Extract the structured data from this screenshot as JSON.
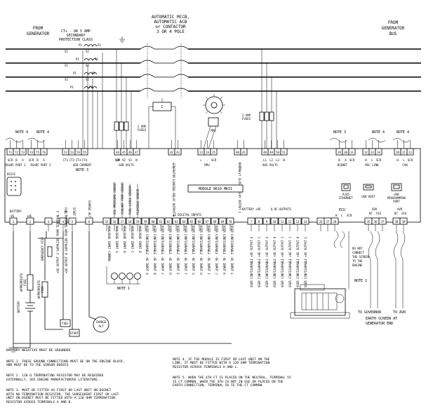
{
  "header": {
    "from_generator": [
      "FROM",
      "GENERATOR"
    ],
    "from_bus": [
      "FROM",
      "GENERATOR",
      "BUS"
    ],
    "breaker": [
      "AUTOMATIC MCCB,",
      "AUTOMATIC ACB",
      "or CONTACTOR",
      "3 OR 4 POLE"
    ],
    "cts": [
      "CTs - OR 5 AMP",
      "SECONDARY",
      "PROTECTION CLASS"
    ]
  },
  "module_label": "MODULE 8610 MKII",
  "fuse_left": [
    "2 AMP",
    "FUSES"
  ],
  "fuse_right": [
    "2 AMP",
    "FUSES"
  ],
  "mpu_label": "MPU",
  "note_labels": {
    "n4a": "NOTE 4",
    "n4b": "NOTE 4",
    "n3a": "NOTE 3",
    "n3b": "NOTE 3",
    "n4c": "NOTE 4",
    "n4d": "NOTE 4",
    "n1": "NOTE 1",
    "n2": "NOTE 2"
  },
  "terminals_top": [
    "71",
    "72",
    "73",
    "74",
    "75",
    "76",
    "52",
    "53",
    "54",
    "55",
    "44",
    "45",
    "46",
    "47",
    "42",
    "43",
    "23",
    "24",
    "25",
    "40",
    "41",
    "48",
    "49",
    "50",
    "51",
    "29",
    "30",
    "31",
    "32",
    "33",
    "34",
    "20",
    "21",
    "22"
  ],
  "terminals_bottom": [
    "1",
    "2",
    "3",
    "4",
    "5",
    "6",
    "15",
    "16",
    "17",
    "18",
    "19",
    "59",
    "60",
    "61",
    "62",
    "63",
    "64",
    "65",
    "66",
    "67",
    "68",
    "69",
    "70",
    "7",
    "8",
    "9",
    "10",
    "11",
    "12",
    "13",
    "14",
    "26",
    "27",
    "28",
    "35",
    "36",
    "37",
    "38",
    "39"
  ],
  "top_group_labels": {
    "rs485_1": "RS485 PORT 1",
    "rs485_2": "RS485 PORT 2",
    "gen_current": "GEN CURRENT",
    "gen_volts": "GEN VOLTS",
    "mpu": "MPU",
    "bus_volts": "BUS VOLTS",
    "dsenet": "DSENET",
    "msc": "MSC LINK",
    "can": "CAN"
  },
  "top_sub_labels": {
    "rs485_1": [
      "SCR",
      "B",
      "A"
    ],
    "rs485_2": [
      "SCR",
      "B",
      "A"
    ],
    "gen_current": [
      "CT1",
      "CT2",
      "CT3",
      "CT4",
      "COM"
    ],
    "gen_volts": [
      "V1",
      "V2",
      "V3",
      "N"
    ],
    "mpu": [
      "+",
      "-",
      "SCR"
    ],
    "bus_volts": [
      "L1",
      "L2",
      "L3",
      "N"
    ],
    "dsenet": [
      "B",
      "A",
      "SCR"
    ],
    "msc": [
      "H",
      "L",
      "SCR"
    ],
    "can": [
      "H",
      "L",
      "SCR"
    ]
  },
  "mid_rotated": {
    "gen_load": "GENERATOR LOADING RELAY OUTPUT D",
    "mains_closed": "NORMALLY CLOSED RELAY OUTPUT C"
  },
  "ports": {
    "rs232": "RS232",
    "ethernet": [
      "RJ45",
      "ETHERNET"
    ],
    "usb_host": "USB HOST",
    "prog_port": [
      "USB",
      "PROGRAMMING",
      "PORT"
    ]
  },
  "battery_label": "BATTERY",
  "bottom_sub": {
    "minus": "-VE",
    "plus": "+VE"
  },
  "fuel_label": "FUEL",
  "start_label": "START",
  "charge_label": "CHARGE ALT",
  "bottom_rotated_left": [
    "EMERGENCY STOP",
    "+VE OUTPUT 3 SUPPLIED FROM TERMINAL 3",
    "+VE OUTPUT B SUPPLIED FROM TERMINAL 3"
  ],
  "fuse_appropriate": [
    "APPROPRIATE",
    "FUSE"
  ],
  "battery_vert": "BATTERY",
  "charge_alt_coil": [
    "CHARGE",
    "ALT"
  ],
  "analogue_heads": [
    "OIL PRESSURE SENSOR",
    "COOLANT TEMP SENSOR",
    "FUEL LEVEL SENSOR",
    "FLEXIBLE SENSOR"
  ],
  "analogue_labels": [
    "ANALOGUE INPUT COMMON",
    "ANALOGUE INPUT A",
    "ANALOGUE INPUT B",
    "ANALOGUE INPUT C",
    "ANALOGUE INPUT D"
  ],
  "digital_header": "12 DIGITAL INPUTS",
  "digital_labels": [
    "USER CONFIGURABLE -VE INPUT A",
    "USER CONFIGURABLE -VE INPUT B",
    "USER CONFIGURABLE -VE INPUT C",
    "USER CONFIGURABLE -VE INPUT D",
    "USER CONFIGURABLE -VE INPUT E",
    "USER CONFIGURABLE -VE INPUT F",
    "USER CONFIGURABLE -VE INPUT G",
    "USER CONFIGURABLE -VE INPUT H",
    "USER CONFIGURABLE -VE INPUT I",
    "USER CONFIGURABLE -VE INPUT J",
    "USER CONFIGURABLE -VE INPUT K",
    "USER CONFIGURABLE -VE INPUT L"
  ],
  "output_header": "8 DC OUTPUTS",
  "battery_plus_label": "BATTERY +VE",
  "output_labels": [
    "USER CONFIGURABLE +VE OUTPUT E",
    "USER CONFIGURABLE +VE OUTPUT F",
    "USER CONFIGURABLE +VE OUTPUT G",
    "USER CONFIGURABLE +VE OUTPUT H",
    "USER CONFIGURABLE +VE OUTPUT I",
    "USER CONFIGURABLE +VE OUTPUT J",
    "USER CONFIGURABLE +VE OUTPUT K",
    "USER CONFIGURABLE +VE OUTPUT L"
  ],
  "ecu_label": "ECU",
  "ecu_sub": [
    "H",
    "L",
    "SCR"
  ],
  "gov_label": "GOV",
  "gov_sub": [
    "DC",
    "SIG"
  ],
  "avr_label": "AVR",
  "avr_sub": [
    "DC",
    "SIG"
  ],
  "do_not_connect": [
    "DO NOT",
    "CONNECT",
    "THE SCREEN",
    "TO THE",
    "ENGINE"
  ],
  "to_governor": "TO GOVERNOR",
  "to_avr": "TO AVR",
  "earth_screen": [
    "EARTH SCREEN AT",
    "GENERATOR END"
  ],
  "battery_neg_note": "BATTERY NEGATIVE MUST BE GROUNDED",
  "notes_left": [
    "NOTE 1. THESE GROUND CONNECTIONS MUST BE ON THE ENGINE BLOCK,\n         AND MUST BE TO THE SENSOR BODIES",
    "NOTE 2. 120 Ω TERMINATING RESISTOR MAY BE REQUIRED\n         EXTERNALLY, SEE ENGINE MANUFACTURERS LITERATURE.",
    "NOTE 3. MUST BE FITTED AS FIRST OR LAST UNIT ON DSENET\n         WITH NO TERMINATION RESISTOR. THE SUBSEQUENT FIRST OR LAST\n         UNIT ON DSENET MUST BE FITTED WITH A 120 OHM TERMINATION\n         RESISTOR ACROSS TERMINALS A AND B."
  ],
  "notes_right": [
    "NOTE 4. IF THE MODULE IS FIRST OR LAST UNIT ON THE\n         LINK, IT MUST BE FITTED WITH A 120 OHM TERMINATION\n         RESISTOR ACROSS TERMINALS H AND L.",
    "NOTE 5. WHEN THE 4TH CT IS PLACED ON THE NEUTRAL, TERMINAL 55\n         IS CT COMMON. WHEN THE 4TH IS NOT IN USE OR PLACED ON THE\n         EARTH CONNECTION, TERMINAL 56 IS THE CT COMMON"
  ]
}
